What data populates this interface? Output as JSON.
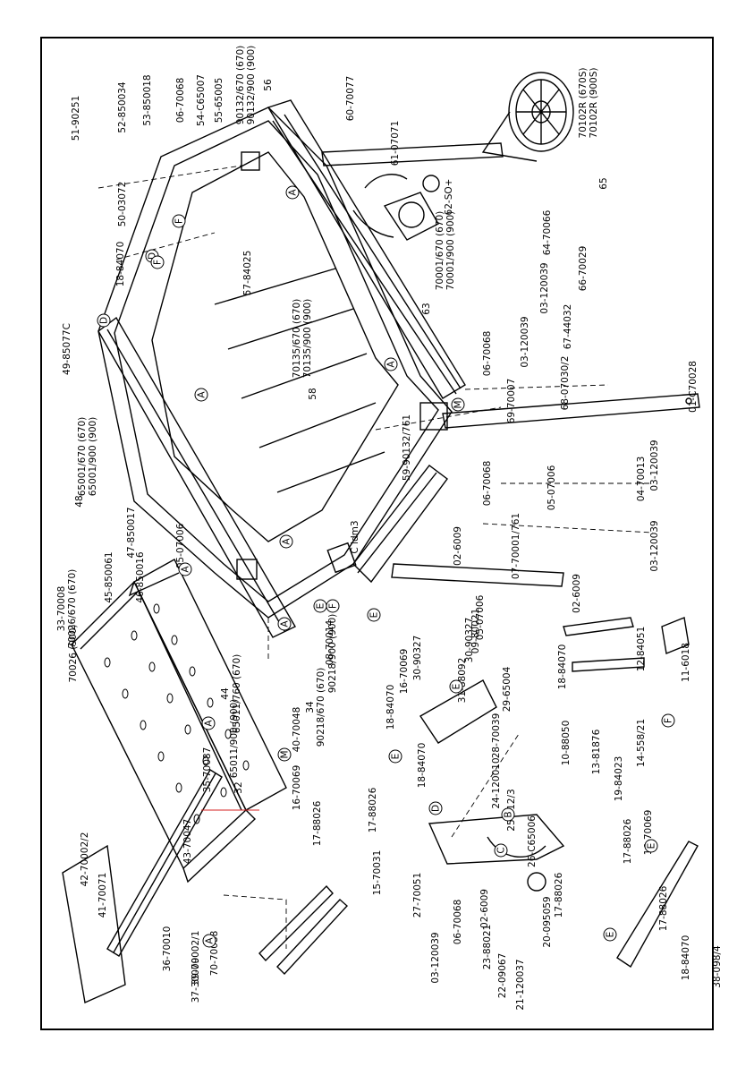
{
  "colors": {
    "ink": "#000000",
    "paper": "#ffffff",
    "accent": "#d42020"
  },
  "labels": [
    "51-90251",
    "52-850034",
    "53-850018",
    "06-70068",
    "54-C65007",
    "55-65005",
    "90132/670 (670)",
    "90132/900 (900)",
    "56",
    "60-70077",
    "61-07071",
    "50-03072",
    "18-84070",
    "49-85077C",
    "57-84025",
    "62-SO+",
    "70102R (670S)",
    "70102R (900S)",
    "65",
    "64-70066",
    "03-120039",
    "66-70029",
    "03-120039",
    "67-44032",
    "68-07030/2",
    "01-C70028",
    "70001/670 (670)",
    "70001/900 (900)",
    "63",
    "06-70068",
    "69-70007",
    "70135/670 (670)",
    "70135/900 (900)",
    "58",
    "59-90132/761",
    "65001/670 (670)",
    "65001/900 (900)",
    "48",
    "47-850017",
    "45-850061",
    "46-850016",
    "05-07006",
    "06-70068",
    "05-07006",
    "04-70013",
    "03-120039",
    "02-6009",
    "07-70001/761",
    "03-120039",
    "02-6009",
    "09-80021",
    "05-07006",
    "08-70014",
    "33-70008",
    "70026/670 (670)",
    "70026 (900)",
    "44",
    "65011/760 (670)",
    "65011/900 (900)",
    "34",
    "90218/670 (670)",
    "90218/900 (900)",
    "32",
    "35-70087",
    "43-70047",
    "42-70002/2",
    "41-70071",
    "40-70048",
    "16-70069",
    "17-88026",
    "18-84070",
    "16-70069",
    "30-90327",
    "31-88092",
    "30-90327",
    "29-65004",
    "28-70039",
    "18-84070",
    "17-88026",
    "18-84070",
    "12-84051",
    "11-6018",
    "10-88050",
    "13-81876",
    "14-558/21",
    "15-70031",
    "24-120010",
    "25-912/3",
    "26-C65006",
    "27-70051",
    "03-120039",
    "06-70068",
    "02-6009",
    "23-88021",
    "22-09067",
    "21-120037",
    "20-095059",
    "17-88026",
    "19-84023",
    "17-88026",
    "16-70069",
    "17-88026",
    "18-84070",
    "70-70088",
    "37-30009",
    "36-70010",
    "39-70002/1",
    "38-098/4",
    "C idm3"
  ],
  "callouts": [
    "A",
    "A",
    "A",
    "A",
    "A",
    "A",
    "A",
    "A",
    "B",
    "C",
    "D",
    "D",
    "D",
    "E",
    "E",
    "E",
    "E",
    "E",
    "E",
    "F",
    "F",
    "F",
    "F",
    "M",
    "M"
  ]
}
